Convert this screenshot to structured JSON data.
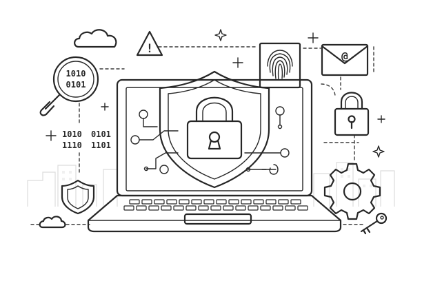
{
  "binary": {
    "magnifier_line1": "1010",
    "magnifier_line2": "0101",
    "code_row1_a": "1010",
    "code_row1_b": "0101",
    "code_row2_a": "1110",
    "code_row2_b": "1101"
  },
  "email_symbol": "@",
  "warning_symbol": "!",
  "icons": [
    "cloud-icon",
    "warning-icon",
    "magnifier-icon",
    "fingerprint-icon",
    "email-icon",
    "padlock-icon",
    "shield-icon",
    "gear-icon",
    "key-icon",
    "sparkle-icon",
    "plus-icon",
    "laptop-icon"
  ],
  "colors": {
    "line": "#262626",
    "background": "#ffffff",
    "ghost": "#dcdcdc"
  }
}
